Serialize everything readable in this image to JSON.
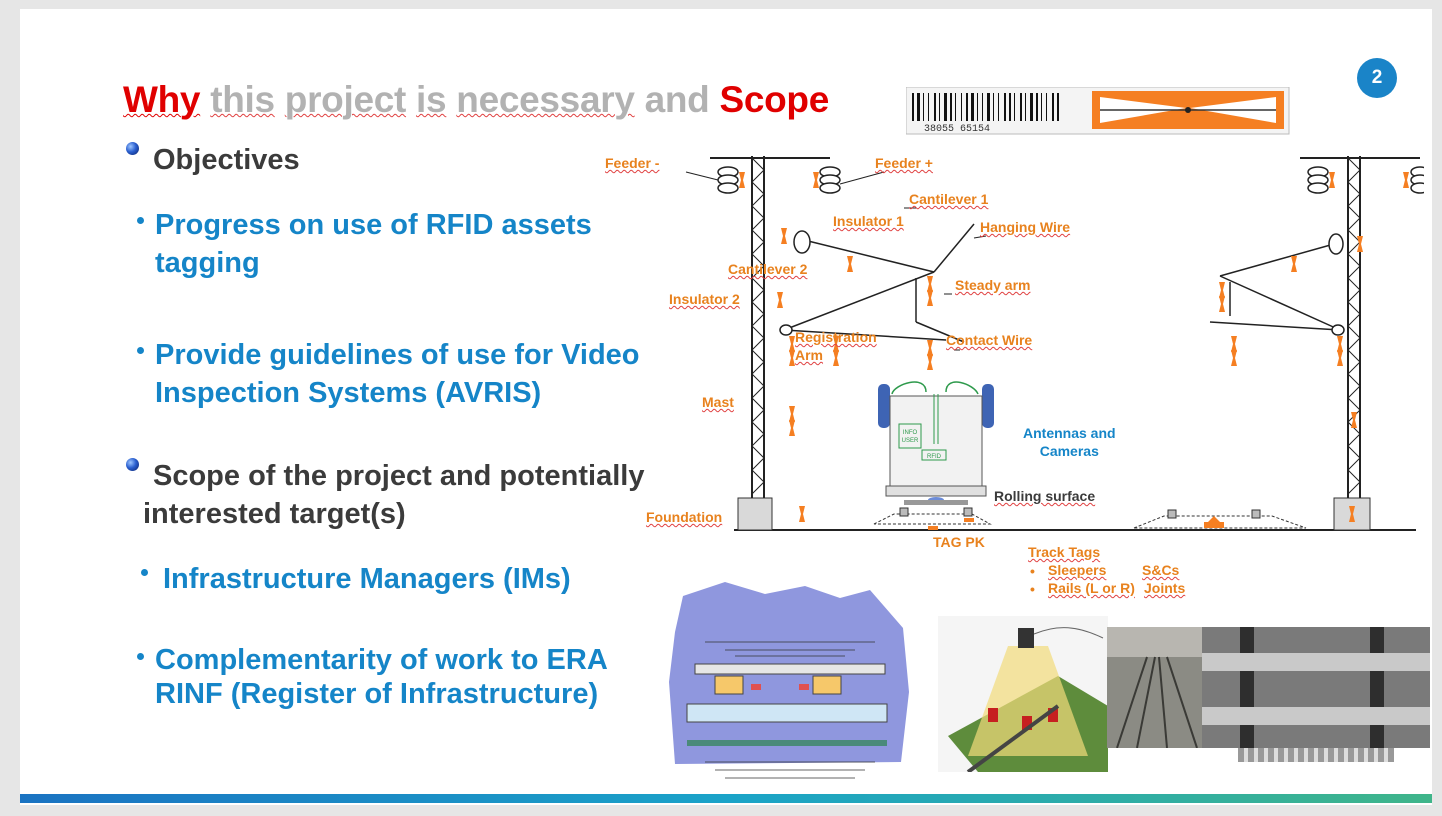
{
  "slide": {
    "page_number": "2",
    "title": {
      "why": "Why",
      "middle_1": "this",
      "middle_2": "project",
      "middle_3": "is",
      "middle_4": "necessary",
      "middle_5": "and",
      "scope": "Scope"
    },
    "objectives_heading": "Objectives",
    "objectives": [
      {
        "line1": "Progress on use of RFID assets",
        "line2": "tagging"
      },
      {
        "line1": "Provide guidelines of use for Video",
        "line2": "Inspection Systems (AVRIS)"
      }
    ],
    "scope_heading": {
      "line1": "Scope of the project and potentially",
      "line2": "interested target(s)"
    },
    "targets": [
      {
        "line1": "Infrastructure Managers (IMs)"
      },
      {
        "line1": "Complementarity of work to ERA",
        "line2": "RINF (Register of Infrastructure)"
      }
    ]
  },
  "rfid_tag": {
    "barcode_number": "38055 65154"
  },
  "diagram": {
    "labels": {
      "feeder_minus": "Feeder -",
      "feeder_plus": "Feeder +",
      "cantilever_1": "Cantilever 1",
      "insulator_1": "Insulator 1",
      "hanging_wire": "Hanging Wire",
      "cantilever_2": "Cantilever 2",
      "steady_arm": "Steady arm",
      "insulator_2": "Insulator 2",
      "registration_arm_1": "Registration",
      "registration_arm_2": "Arm",
      "contact_wire": "Contact Wire",
      "mast": "Mast",
      "antennas_1": "Antennas and",
      "antennas_2": "Cameras",
      "rolling_surface": "Rolling surface",
      "foundation": "Foundation",
      "tag_pk": "TAG PK",
      "track_tags": "Track Tags",
      "sleepers": "Sleepers",
      "sc": "S&Cs",
      "rails": "Rails (L or R)",
      "joints": "Joints",
      "info_user_1": "INFO",
      "info_user_2": "USER",
      "rfid": "RFID"
    },
    "colors": {
      "accent": "#e8821e",
      "blue": "#1585c8",
      "red": "#e00000"
    }
  }
}
